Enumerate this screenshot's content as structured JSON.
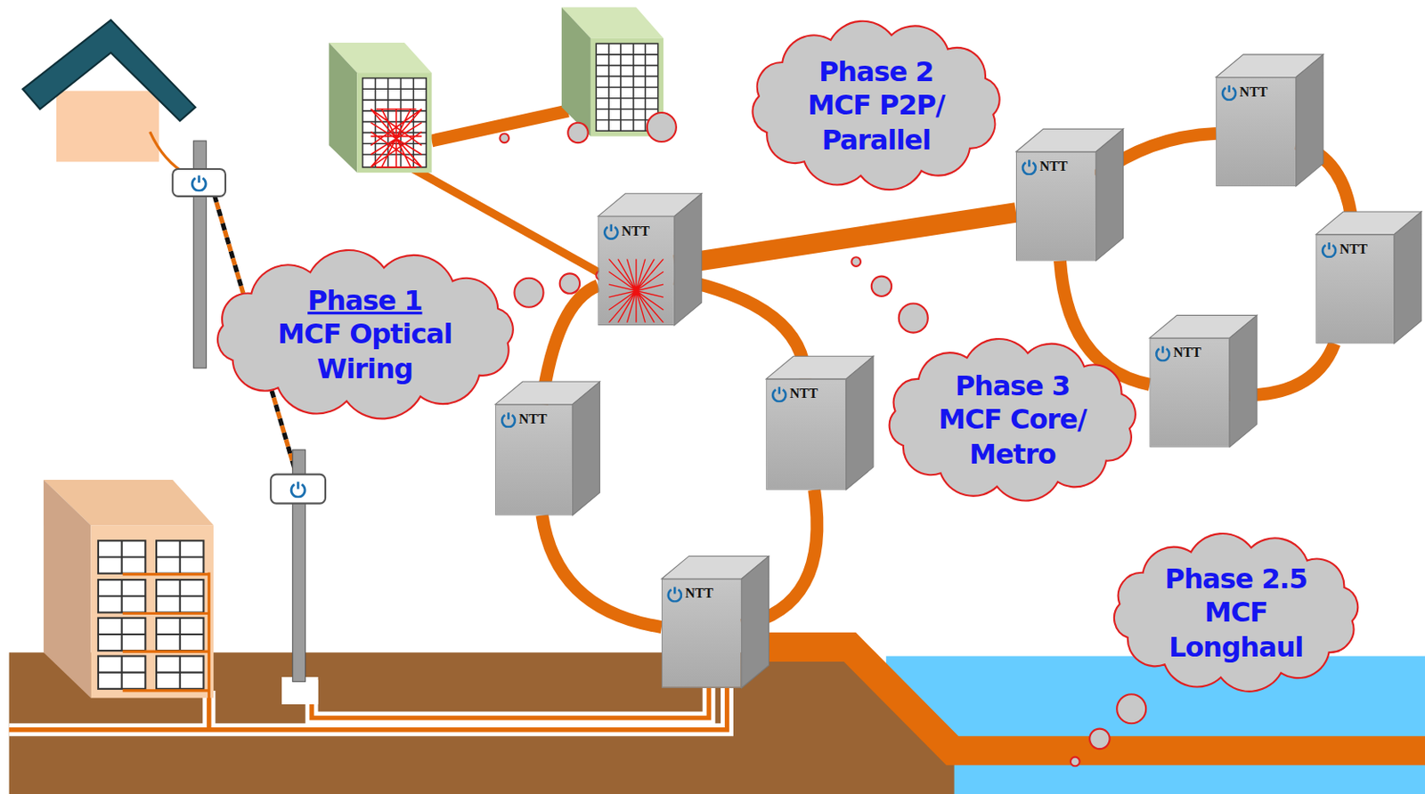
{
  "diagram": {
    "nodes": [
      {
        "text": [
          "Phase 1",
          "MCF Optical Wiring"
        ]
      },
      {
        "text": [
          "Phase 2",
          "MCF P2P/ Parallel"
        ]
      },
      {
        "text": [
          "Phase 3",
          "MCF Core/ Metro"
        ]
      },
      {
        "text": [
          "Phase 2.5",
          "MCF Longhaul"
        ]
      },
      {
        "text": [
          "NTT"
        ]
      },
      {
        "text": [
          "NTT"
        ]
      },
      {
        "text": [
          "NTT"
        ]
      },
      {
        "text": [
          "NTT"
        ]
      },
      {
        "text": [
          "NTT"
        ]
      },
      {
        "text": [
          "NTT"
        ]
      },
      {
        "text": [
          "NTT"
        ]
      },
      {
        "text": [
          "NTT"
        ]
      }
    ],
    "edges": [
      {
        "from": 4,
        "to": 8,
        "arrow": "none"
      },
      {
        "from": 4,
        "to": 6,
        "arrow": "none"
      },
      {
        "from": 6,
        "to": 7,
        "arrow": "none"
      },
      {
        "from": 7,
        "to": 5,
        "arrow": "none"
      },
      {
        "from": 5,
        "to": 4,
        "arrow": "none"
      },
      {
        "from": 8,
        "to": 9,
        "arrow": "none"
      },
      {
        "from": 9,
        "to": 10,
        "arrow": "none"
      },
      {
        "from": 10,
        "to": 11,
        "arrow": "none"
      },
      {
        "from": 11,
        "to": 8,
        "arrow": "none"
      }
    ]
  }
}
